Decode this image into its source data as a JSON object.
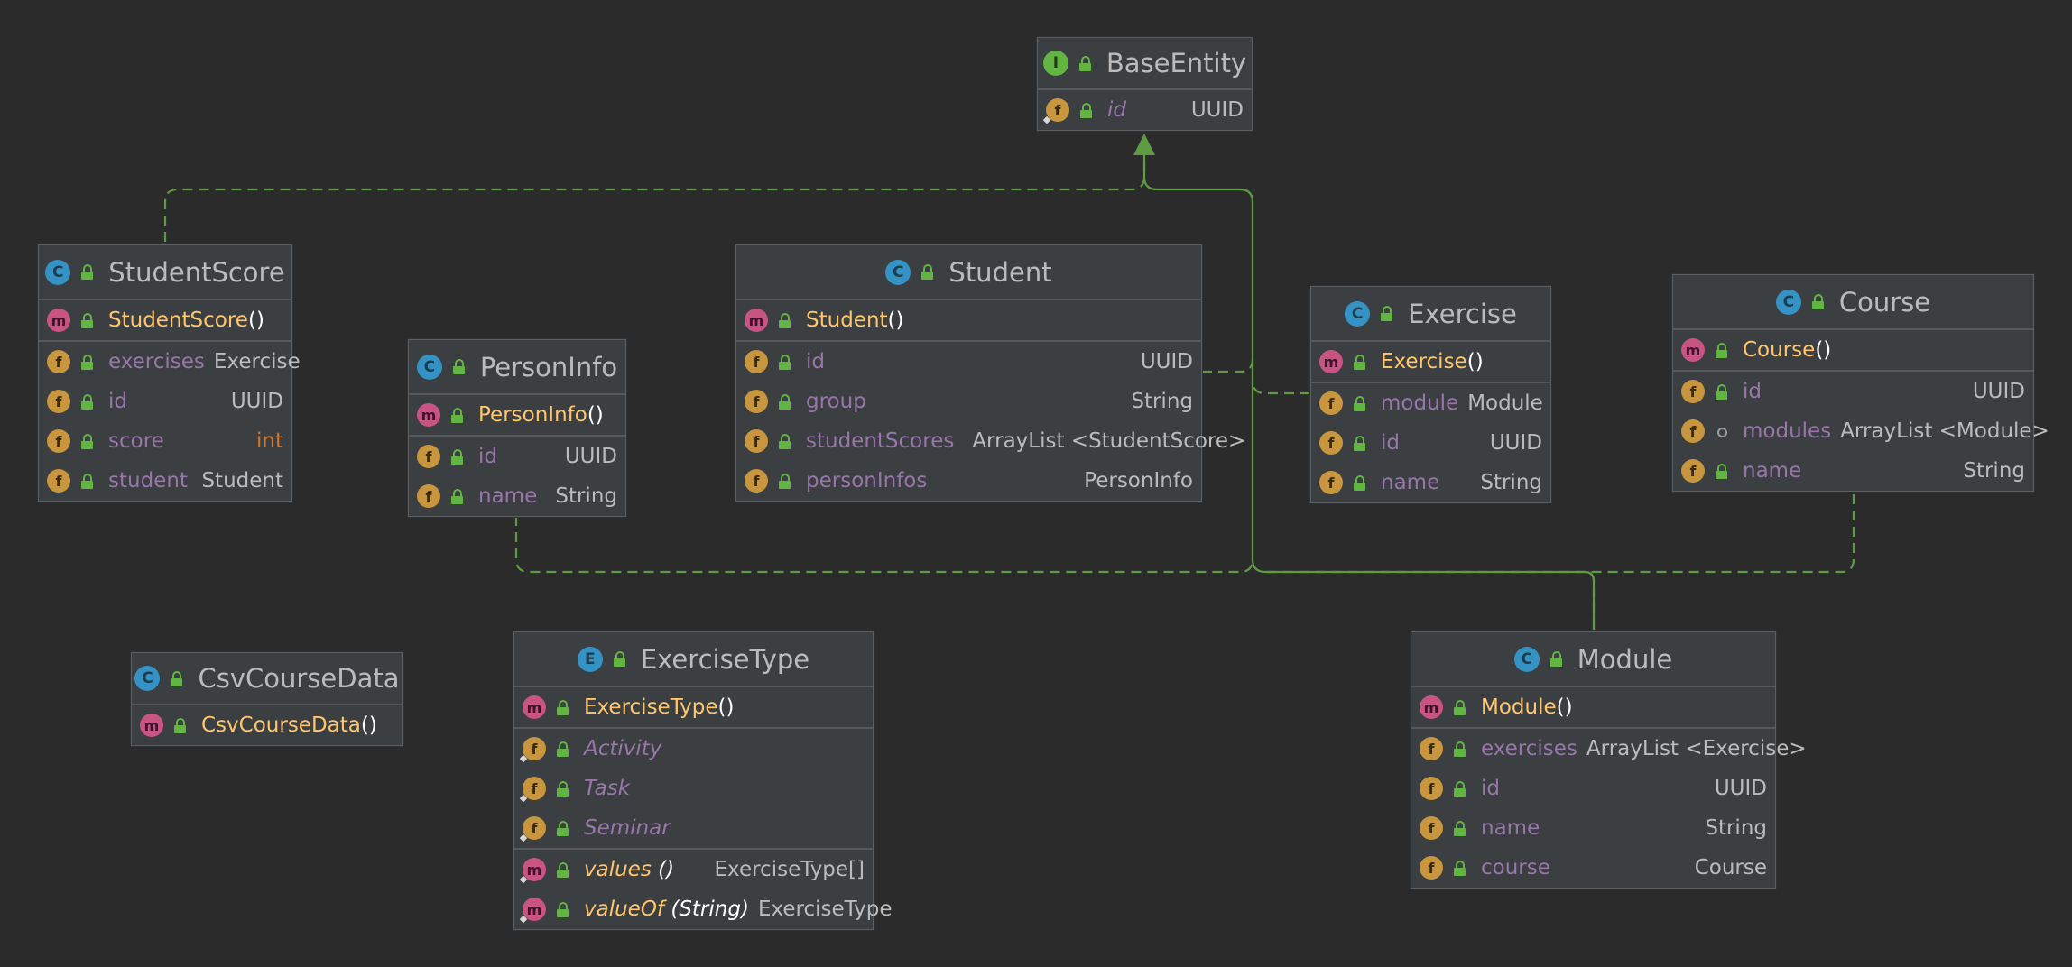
{
  "colors": {
    "background": "#2b2b2b",
    "class_fill": "#3c3f41",
    "edge": "#5e9c44",
    "method_name": "#ffc66d",
    "field_name": "#9876aa",
    "type": "#bbbbbb"
  },
  "classes": {
    "base_entity": {
      "kind": "I",
      "name": "BaseEntity",
      "fields": [
        {
          "name": "id",
          "type": "UUID"
        }
      ]
    },
    "student_score": {
      "kind": "C",
      "name": "StudentScore",
      "methods": [
        {
          "name": "StudentScore",
          "paren": "()"
        }
      ],
      "fields": [
        {
          "name": "exercises",
          "type": "Exercise"
        },
        {
          "name": "id",
          "type": "UUID"
        },
        {
          "name": "score",
          "type": "int"
        },
        {
          "name": "student",
          "type": "Student"
        }
      ]
    },
    "person_info": {
      "kind": "C",
      "name": "PersonInfo",
      "methods": [
        {
          "name": "PersonInfo",
          "paren": "()"
        }
      ],
      "fields": [
        {
          "name": "id",
          "type": "UUID"
        },
        {
          "name": "name",
          "type": "String"
        }
      ]
    },
    "student": {
      "kind": "C",
      "name": "Student",
      "methods": [
        {
          "name": "Student",
          "paren": "()"
        }
      ],
      "fields": [
        {
          "name": "id",
          "type": "UUID"
        },
        {
          "name": "group",
          "type": "String"
        },
        {
          "name": "studentScores",
          "type": "ArrayList <StudentScore>"
        },
        {
          "name": "personInfos",
          "type": "PersonInfo"
        }
      ]
    },
    "exercise": {
      "kind": "C",
      "name": "Exercise",
      "methods": [
        {
          "name": "Exercise",
          "paren": "()"
        }
      ],
      "fields": [
        {
          "name": "module",
          "type": "Module"
        },
        {
          "name": "id",
          "type": "UUID"
        },
        {
          "name": "name",
          "type": "String"
        }
      ]
    },
    "course": {
      "kind": "C",
      "name": "Course",
      "methods": [
        {
          "name": "Course",
          "paren": "()"
        }
      ],
      "fields": [
        {
          "name": "id",
          "type": "UUID"
        },
        {
          "name": "modules",
          "type": "ArrayList <Module>"
        },
        {
          "name": "name",
          "type": "String"
        }
      ]
    },
    "csv_course_data": {
      "kind": "C",
      "name": "CsvCourseData",
      "methods": [
        {
          "name": "CsvCourseData",
          "paren": "()"
        }
      ]
    },
    "exercise_type": {
      "kind": "E",
      "name": "ExerciseType",
      "methods": [
        {
          "name": "ExerciseType",
          "paren": "()"
        }
      ],
      "constants": [
        {
          "name": "Activity"
        },
        {
          "name": "Task"
        },
        {
          "name": "Seminar"
        }
      ],
      "static_methods": [
        {
          "name": "values",
          "paren": " ()",
          "type": "ExerciseType[]"
        },
        {
          "name": "valueOf",
          "paren": " (String)",
          "type": "ExerciseType"
        }
      ]
    },
    "module": {
      "kind": "C",
      "name": "Module",
      "methods": [
        {
          "name": "Module",
          "paren": "()"
        }
      ],
      "fields": [
        {
          "name": "exercises",
          "type": "ArrayList <Exercise>"
        },
        {
          "name": "id",
          "type": "UUID"
        },
        {
          "name": "name",
          "type": "String"
        },
        {
          "name": "course",
          "type": "Course"
        }
      ]
    }
  }
}
